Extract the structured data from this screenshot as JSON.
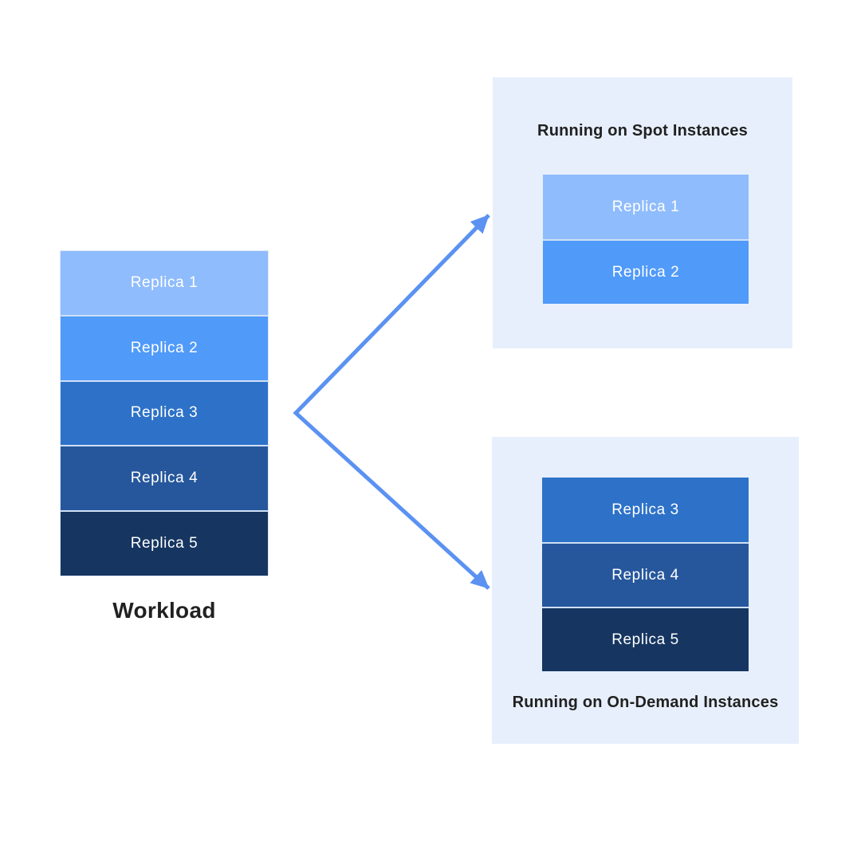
{
  "colors": {
    "background": "#ffffff",
    "panel_bg": "#e7effc",
    "arrow": "#5b92f2",
    "title_text": "#212121",
    "replica_text": "#ffffff",
    "separator": "#cfe0f5"
  },
  "workload": {
    "label": "Workload",
    "replicas": [
      {
        "label": "Replica 1",
        "color": "#8fbcfc"
      },
      {
        "label": "Replica 2",
        "color": "#509af9"
      },
      {
        "label": "Replica 3",
        "color": "#2d72c8"
      },
      {
        "label": "Replica 4",
        "color": "#26579c"
      },
      {
        "label": "Replica 5",
        "color": "#163661"
      }
    ]
  },
  "spot_panel": {
    "title": "Running on Spot Instances",
    "replicas": [
      {
        "label": "Replica 1",
        "color": "#8fbcfc"
      },
      {
        "label": "Replica 2",
        "color": "#509af9"
      }
    ]
  },
  "ondemand_panel": {
    "title": "Running on On-Demand Instances",
    "replicas": [
      {
        "label": "Replica 3",
        "color": "#2d72c8"
      },
      {
        "label": "Replica 4",
        "color": "#26579c"
      },
      {
        "label": "Replica 5",
        "color": "#163661"
      }
    ]
  }
}
